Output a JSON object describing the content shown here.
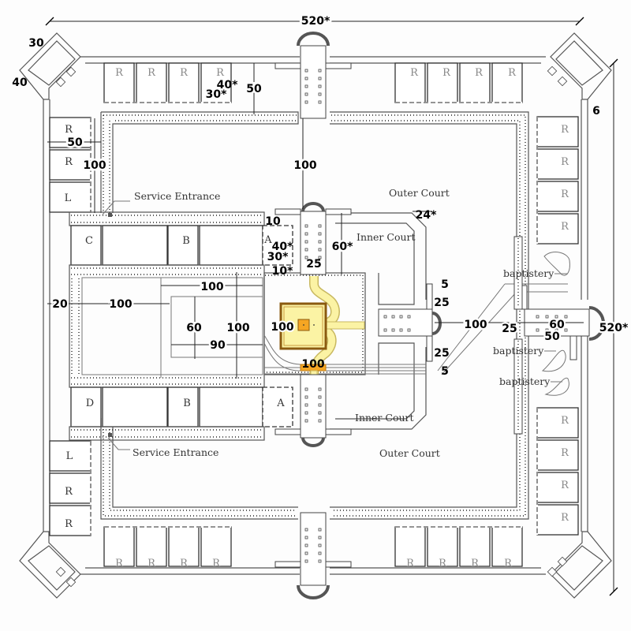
{
  "title": "Temple complex floor plan with dimensions",
  "colors": {
    "background": "#fdfdfd",
    "walls": "#555555",
    "sanctuary_fill": "#fbf3a4",
    "sanctuary_border": "#8a5a10",
    "altar": "#f5a623",
    "path": "#f3e6a0"
  },
  "dimensions": {
    "overall_width": "520*",
    "overall_height": "520*",
    "corner_tower_a": "30",
    "corner_tower_b": "40",
    "wall_gap": "6",
    "top_room_depth": "40*",
    "top_room_width": "30*",
    "top_court_depth": "50",
    "left_room_depth": "50",
    "left_colonnade_gap": "100",
    "top_gate_to_inner": "100",
    "outer_to_inner_offset": "24*",
    "inner_gate_a": "10",
    "inner_gate_b": "40*",
    "inner_gate_c": "30*",
    "inner_gate_d": "10*",
    "inner_gate_width": "25",
    "inner_gate_depth": "60*",
    "east_gate_5_top": "5",
    "east_gate_25_top": "25",
    "east_gate_25_bottom": "25",
    "east_gate_5_bottom": "5",
    "east_passage": "100",
    "east_gate_width": "25",
    "east_gate_length": "60",
    "east_gate_inner": "50",
    "left_wall_offset": "20",
    "west_court_width": "100",
    "west_inner_width": "100",
    "west_inner_height": "100",
    "west_pool_height": "60",
    "west_pool_width": "90",
    "sanctuary_size": "100",
    "altar_offset": "100"
  },
  "labels": {
    "service_entrance_top": "Service Entrance",
    "service_entrance_bottom": "Service Entrance",
    "outer_court_top": "Outer Court",
    "inner_court_top": "Inner Court",
    "inner_court_bottom": "Inner Court",
    "outer_court_bottom": "Outer Court",
    "baptistery_1": "baptistery",
    "baptistery_2": "baptistery",
    "baptistery_3": "baptistery"
  },
  "rooms": {
    "top_left": [
      "R",
      "R",
      "R",
      "R"
    ],
    "top_right": [
      "R",
      "R",
      "R",
      "R"
    ],
    "left_top": [
      "R",
      "R",
      "L"
    ],
    "left_bottom": [
      "L",
      "R",
      "R"
    ],
    "right_top": [
      "R",
      "R",
      "R",
      "R"
    ],
    "right_bottom": [
      "R",
      "R",
      "R",
      "R"
    ],
    "bottom_left": [
      "R",
      "R",
      "R",
      "R"
    ],
    "bottom_right": [
      "R",
      "R",
      "R",
      "R"
    ],
    "west_top": [
      "C",
      "B",
      "A"
    ],
    "west_bottom": [
      "D",
      "B",
      "A"
    ]
  }
}
